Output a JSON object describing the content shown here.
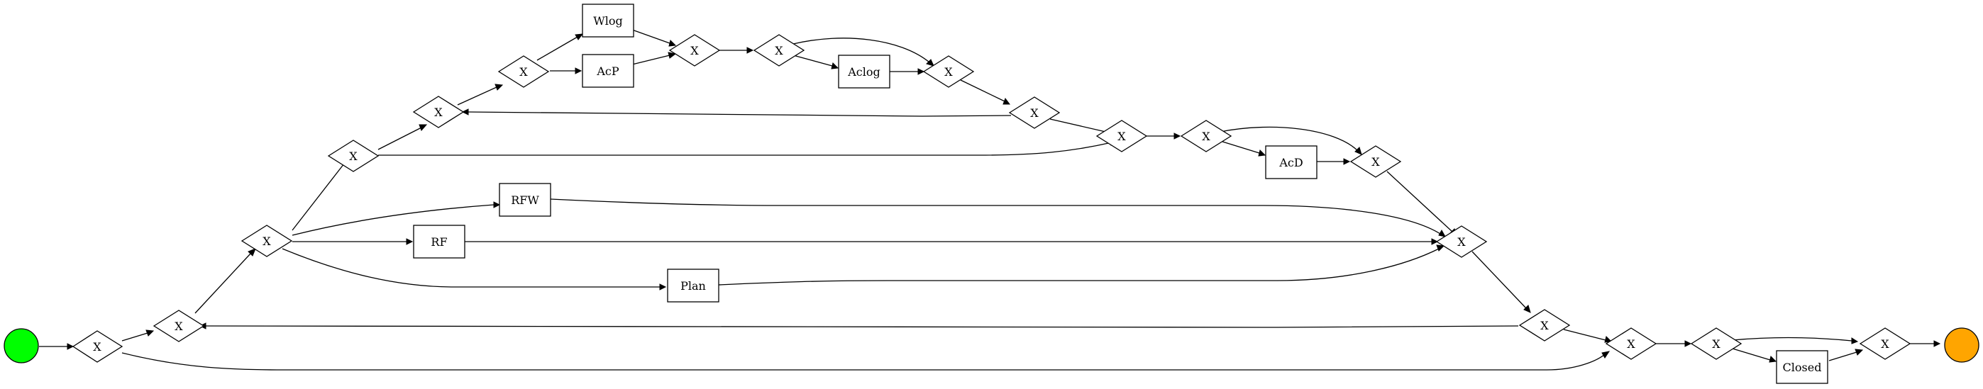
{
  "diagram": {
    "colors": {
      "start": "#00ff00",
      "end": "#ffa500",
      "stroke": "#000000",
      "fill": "#ffffff"
    },
    "nodes": [
      {
        "id": "start",
        "type": "start"
      },
      {
        "id": "g1",
        "type": "gateway",
        "label": "X"
      },
      {
        "id": "g2",
        "type": "gateway",
        "label": "X"
      },
      {
        "id": "g3",
        "type": "gateway",
        "label": "X"
      },
      {
        "id": "g4",
        "type": "gateway",
        "label": "X"
      },
      {
        "id": "g5",
        "type": "gateway",
        "label": "X"
      },
      {
        "id": "g6",
        "type": "gateway",
        "label": "X"
      },
      {
        "id": "wlog",
        "type": "task",
        "label": "Wlog"
      },
      {
        "id": "acp",
        "type": "task",
        "label": "AcP"
      },
      {
        "id": "g7",
        "type": "gateway",
        "label": "X"
      },
      {
        "id": "g8",
        "type": "gateway",
        "label": "X"
      },
      {
        "id": "aclog",
        "type": "task",
        "label": "Aclog"
      },
      {
        "id": "g9",
        "type": "gateway",
        "label": "X"
      },
      {
        "id": "g10",
        "type": "gateway",
        "label": "X"
      },
      {
        "id": "g11",
        "type": "gateway",
        "label": "X"
      },
      {
        "id": "g12",
        "type": "gateway",
        "label": "X"
      },
      {
        "id": "acd",
        "type": "task",
        "label": "AcD"
      },
      {
        "id": "g13",
        "type": "gateway",
        "label": "X"
      },
      {
        "id": "rfw",
        "type": "task",
        "label": "RFW"
      },
      {
        "id": "rf",
        "type": "task",
        "label": "RF"
      },
      {
        "id": "plan",
        "type": "task",
        "label": "Plan"
      },
      {
        "id": "g14",
        "type": "gateway",
        "label": "X"
      },
      {
        "id": "g15",
        "type": "gateway",
        "label": "X"
      },
      {
        "id": "g16",
        "type": "gateway",
        "label": "X"
      },
      {
        "id": "g17",
        "type": "gateway",
        "label": "X"
      },
      {
        "id": "closed",
        "type": "task",
        "label": "Closed"
      },
      {
        "id": "g18",
        "type": "gateway",
        "label": "X"
      },
      {
        "id": "end",
        "type": "end"
      }
    ]
  }
}
